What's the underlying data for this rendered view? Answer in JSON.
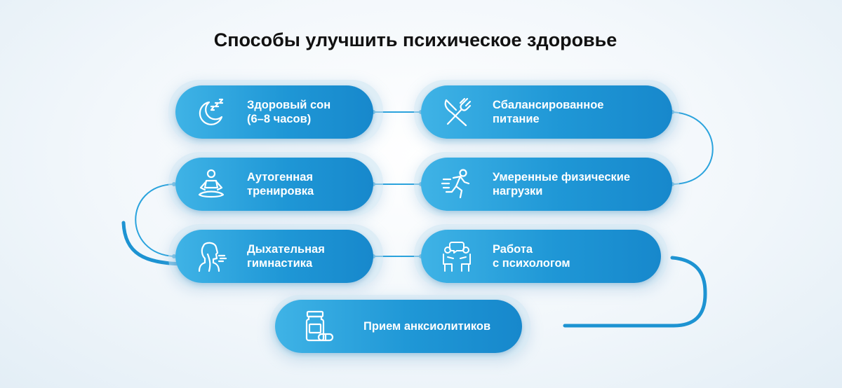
{
  "title": "Способы улучшить психическое здоровье",
  "items": [
    {
      "label": "Здоровый сон\n(6–8 часов)",
      "icon": "moon-sleep-icon"
    },
    {
      "label": "Сбалансированное\nпитание",
      "icon": "fork-knife-icon"
    },
    {
      "label": "Аутогенная\nтренировка",
      "icon": "meditation-icon"
    },
    {
      "label": "Умеренные физические\nнагрузки",
      "icon": "running-person-icon"
    },
    {
      "label": "Дыхательная\nгимнастика",
      "icon": "breathing-head-icon"
    },
    {
      "label": "Работа\nс психологом",
      "icon": "conversation-icon"
    },
    {
      "label": "Прием анксиолитиков",
      "icon": "pill-bottle-icon"
    }
  ],
  "colors": {
    "pill_start": "#3fb3e6",
    "pill_end": "#1788cc",
    "connector": "#2aa3dd"
  }
}
